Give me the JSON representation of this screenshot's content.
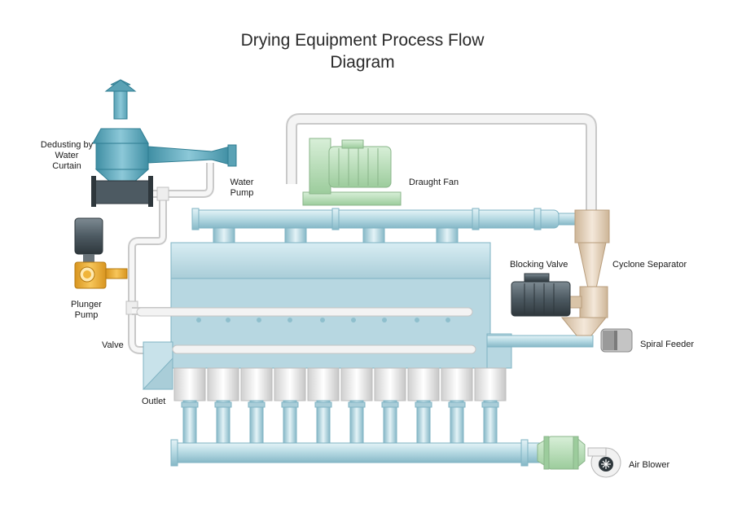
{
  "title_line1": "Drying Equipment Process Flow",
  "title_line2": "Diagram",
  "labels": {
    "dedusting": [
      "Dedusting by",
      "Water",
      "Curtain"
    ],
    "water_pump": [
      "Water",
      "Pump"
    ],
    "draught_fan": "Draught Fan",
    "plunger_pump": [
      "Plunger",
      "Pump"
    ],
    "blocking_valve": "Blocking Valve",
    "cyclone_separator": "Cyclone Separator",
    "valve": "Valve",
    "spiral_feeder": "Spiral Feeder",
    "outlet": "Outlet",
    "air_blower": "Air Blower"
  },
  "colors": {
    "pipe": "#b9dbe4",
    "pipe_edge": "#7fb3c3",
    "dryer_body": "#c8e2ea",
    "water_pipe": "#eeeeee",
    "dedust_blue": "#5aa2b5",
    "fan_green": "#b8dcb8",
    "cyclone_tan": "#e6d3bc",
    "plunger_yellow": "#f0b43a",
    "motor_dark": "#4d5a62"
  }
}
